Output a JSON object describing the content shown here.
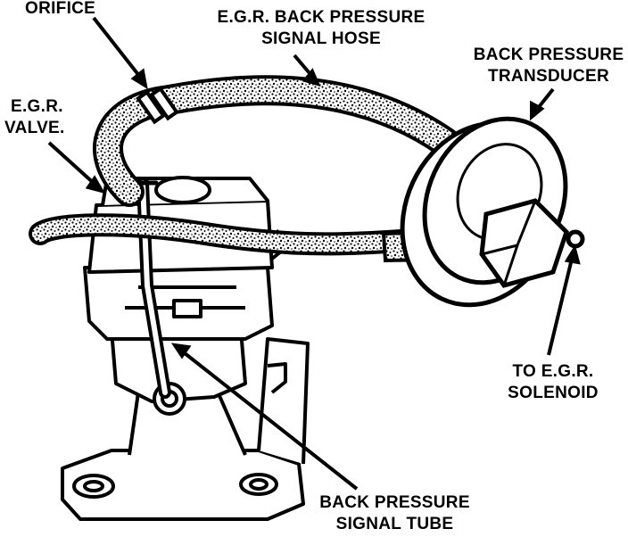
{
  "labels": {
    "orifice": "ORIFICE",
    "egr_hose_line1": "E.G.R. BACK PRESSURE",
    "egr_hose_line2": "SIGNAL HOSE",
    "transducer_line1": "BACK PRESSURE",
    "transducer_line2": "TRANSDUCER",
    "egr_valve_line1": "E.G.R.",
    "egr_valve_line2": "VALVE.",
    "solenoid_line1": "TO E.G.R.",
    "solenoid_line2": "SOLENOID",
    "tube_line1": "BACK PRESSURE",
    "tube_line2": "SIGNAL TUBE"
  },
  "colors": {
    "ink": "#000000",
    "paper": "#ffffff"
  }
}
